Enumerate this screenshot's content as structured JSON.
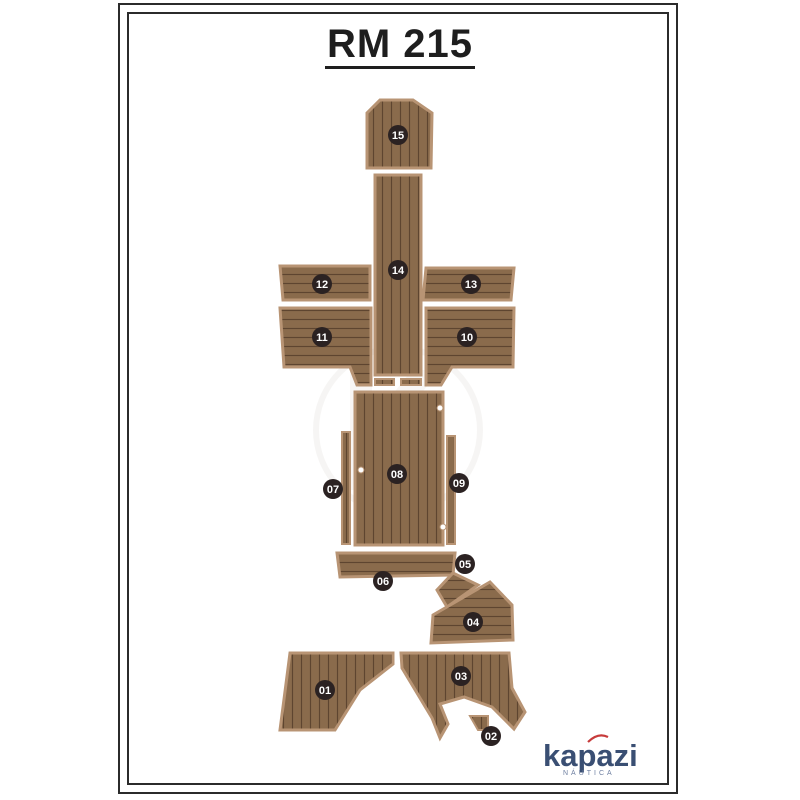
{
  "title": "RM 215",
  "brand": {
    "name": "kapazi",
    "sub": "NÁUTICA",
    "color": "#3a4f73"
  },
  "colors": {
    "panel_fill": "#8a6b4c",
    "panel_edge": "#b89474",
    "stripe": "#5e4530",
    "badge": "#2b2222",
    "badge_text": "#ffffff"
  },
  "panels": [
    {
      "id": "15",
      "label": "15"
    },
    {
      "id": "14",
      "label": "14"
    },
    {
      "id": "13",
      "label": "13"
    },
    {
      "id": "12",
      "label": "12"
    },
    {
      "id": "11",
      "label": "11"
    },
    {
      "id": "10",
      "label": "10"
    },
    {
      "id": "09",
      "label": "09"
    },
    {
      "id": "08",
      "label": "08"
    },
    {
      "id": "07",
      "label": "07"
    },
    {
      "id": "06",
      "label": "06"
    },
    {
      "id": "05",
      "label": "05"
    },
    {
      "id": "04",
      "label": "04"
    },
    {
      "id": "03",
      "label": "03"
    },
    {
      "id": "02",
      "label": "02"
    },
    {
      "id": "01",
      "label": "01"
    }
  ]
}
